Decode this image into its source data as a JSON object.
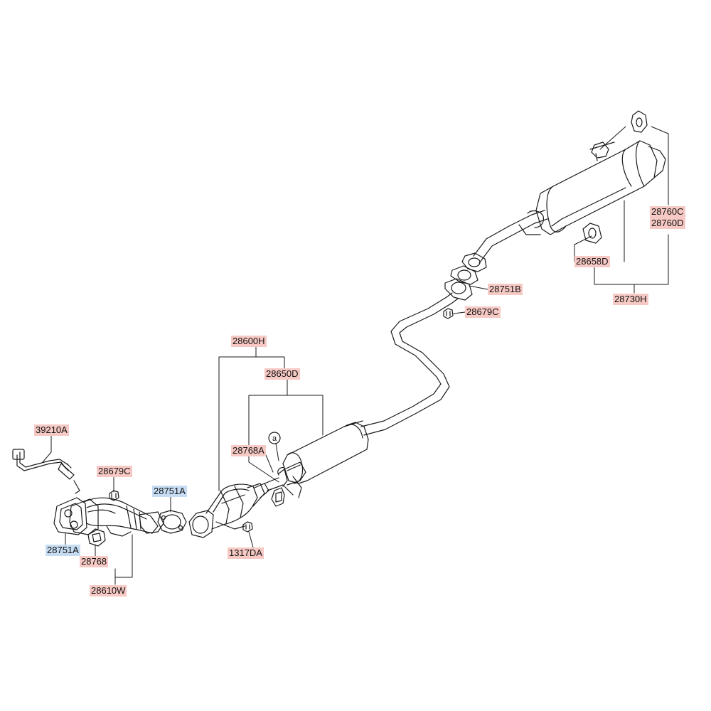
{
  "labels": {
    "p39210A": "39210A",
    "p28679C_left": "28679C",
    "p28751A_center": "28751A",
    "p28751A_left": "28751A",
    "p28768": "28768",
    "p28610W": "28610W",
    "p28600H": "28600H",
    "p28650D": "28650D",
    "p28768A": "28768A",
    "p1317DA": "1317DA",
    "p28751B": "28751B",
    "p28679C_right": "28679C",
    "p28658D": "28658D",
    "p28730H": "28730H",
    "p28760C": "28760C",
    "p28760D": "28760D"
  },
  "colors": {
    "label_fill": "#f6c9c4",
    "highlight_fill": "#c6dcf2",
    "line": "#1a1a1a"
  },
  "ref_marker": "a"
}
